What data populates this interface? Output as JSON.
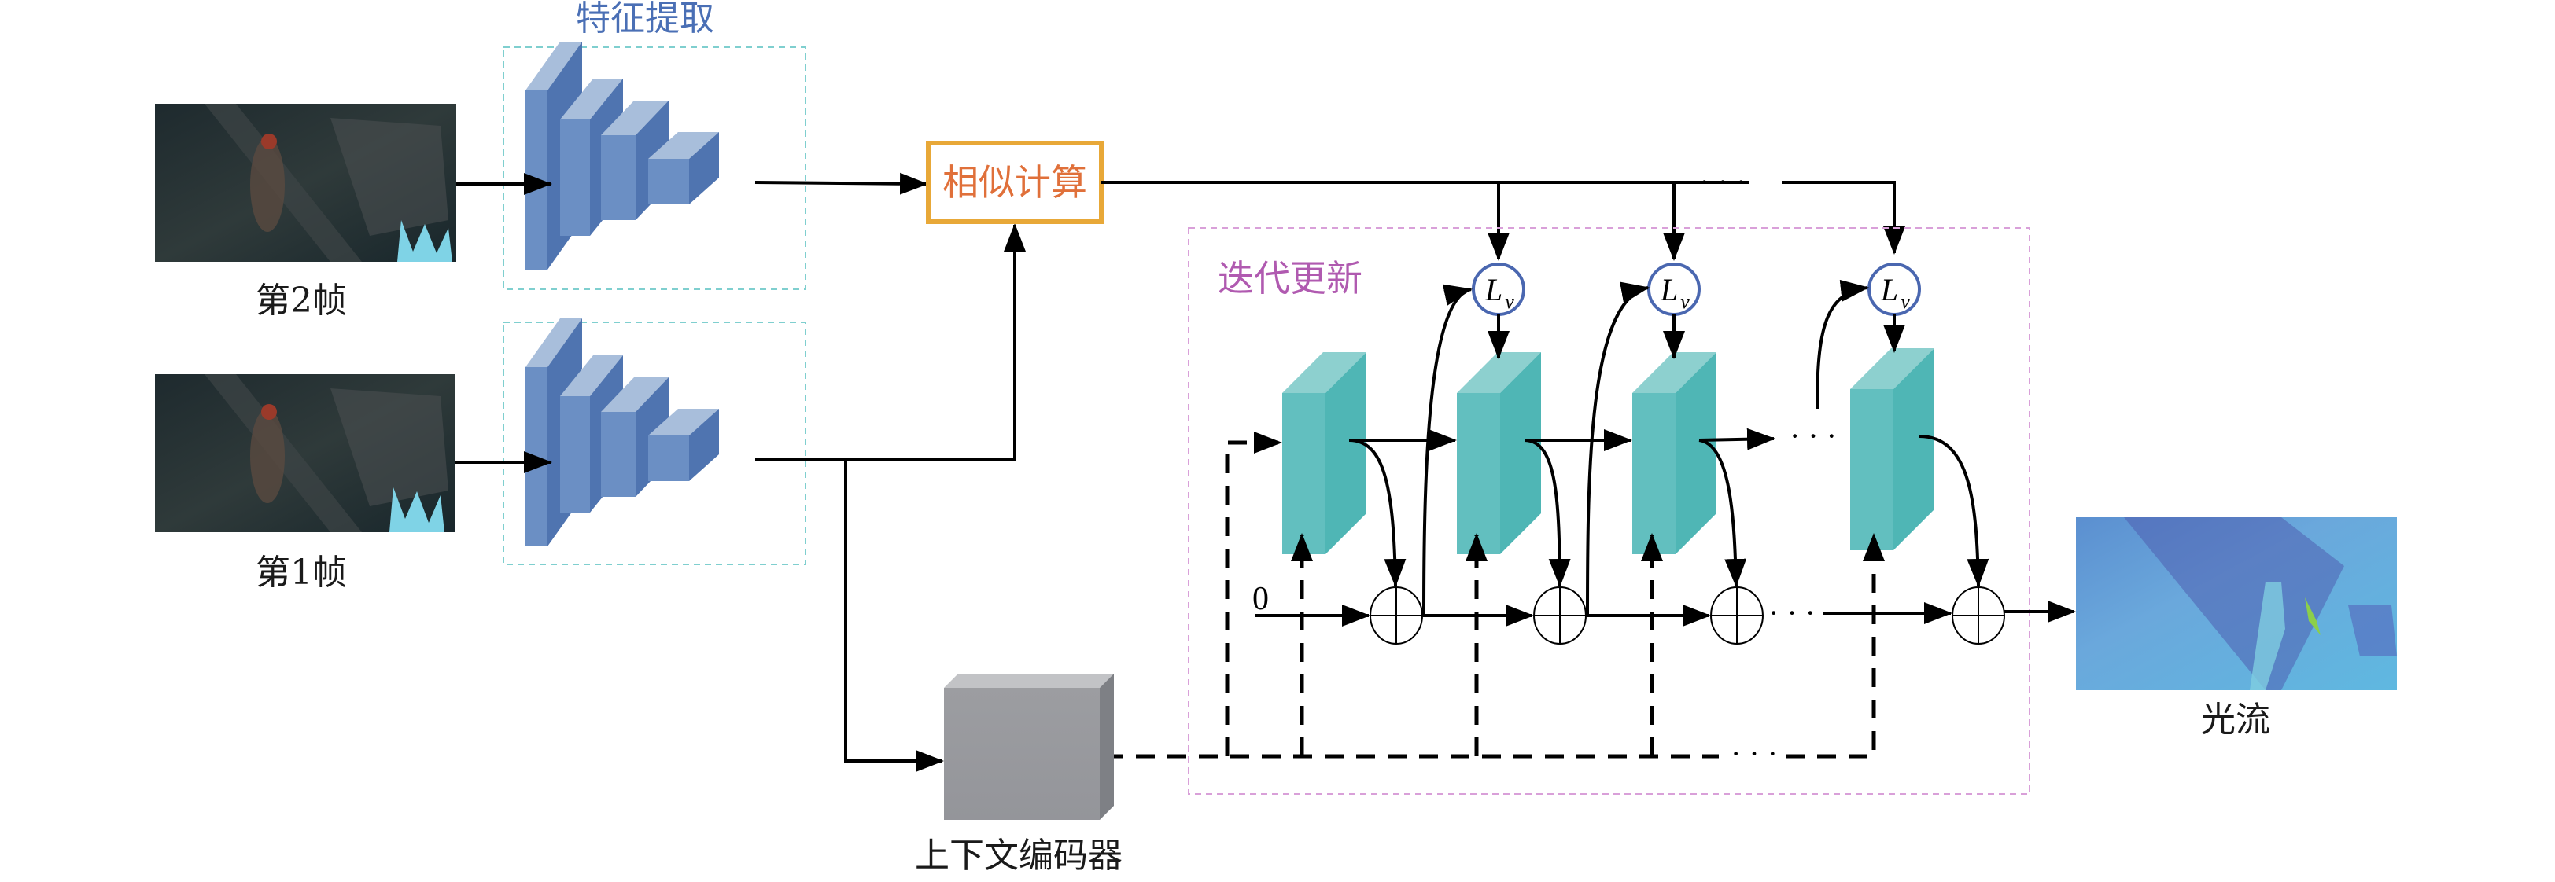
{
  "frames": [
    {
      "label": "第2帧"
    },
    {
      "label": "第1帧"
    }
  ],
  "feature_extraction": {
    "title": "特征提取",
    "color": "#4a6fb5"
  },
  "similarity": {
    "label": "相似计算",
    "text_color": "#e0703a",
    "border_color": "#e8a838"
  },
  "iterative_update": {
    "title": "迭代更新",
    "color": "#b05ab0"
  },
  "lv_nodes": [
    {
      "main": "L",
      "sub": "v"
    },
    {
      "main": "L",
      "sub": "v"
    },
    {
      "main": "L",
      "sub": "v"
    }
  ],
  "initial_value": "0",
  "ellipsis": "· · ·",
  "context_encoder": {
    "label": "上下文编码器"
  },
  "output": {
    "label": "光流"
  },
  "colors": {
    "encoder_block": "#5b86c0",
    "gru_block": "#5bbfbf",
    "lv_circle": "#4a67b0",
    "context_block": "#9a9b9f"
  }
}
